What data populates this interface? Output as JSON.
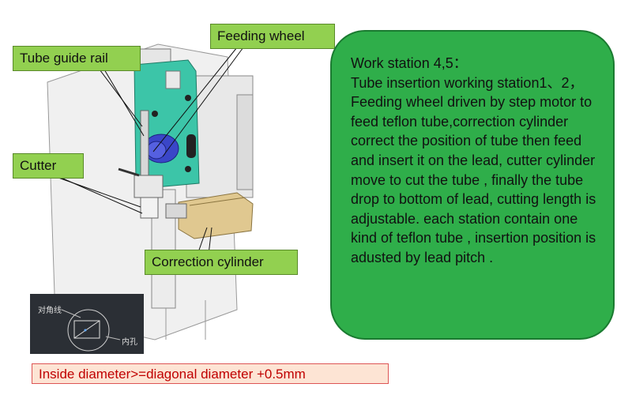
{
  "callouts": {
    "feeding_wheel": "Feeding wheel",
    "tube_guide_rail": "Tube guide rail",
    "cutter": "Cutter",
    "correction_cylinder": "Correction cylinder"
  },
  "station": {
    "heading": "Work station 4,5：",
    "description": "Tube insertion working station1、2，Feeding wheel driven by step motor to feed teflon tube,correction cylinder correct the position of tube then feed and insert it on the lead, cutter cylinder move to cut the tube , finally the tube drop to bottom of lead, cutting length is adjustable. each station contain one kind of teflon tube , insertion position is adusted by lead pitch ."
  },
  "inset": {
    "diagonal_label": "对角线",
    "inner_hole_label": "内孔"
  },
  "note": "Inside diameter>=diagonal diameter +0.5mm",
  "colors": {
    "callout_fill": "#92d050",
    "station_fill": "#2fae4a",
    "note_text": "#c00000",
    "machine_teal": "#3cc5a8",
    "wheel_blue": "#3a46c8",
    "cylinder_tan": "#e0c890"
  }
}
